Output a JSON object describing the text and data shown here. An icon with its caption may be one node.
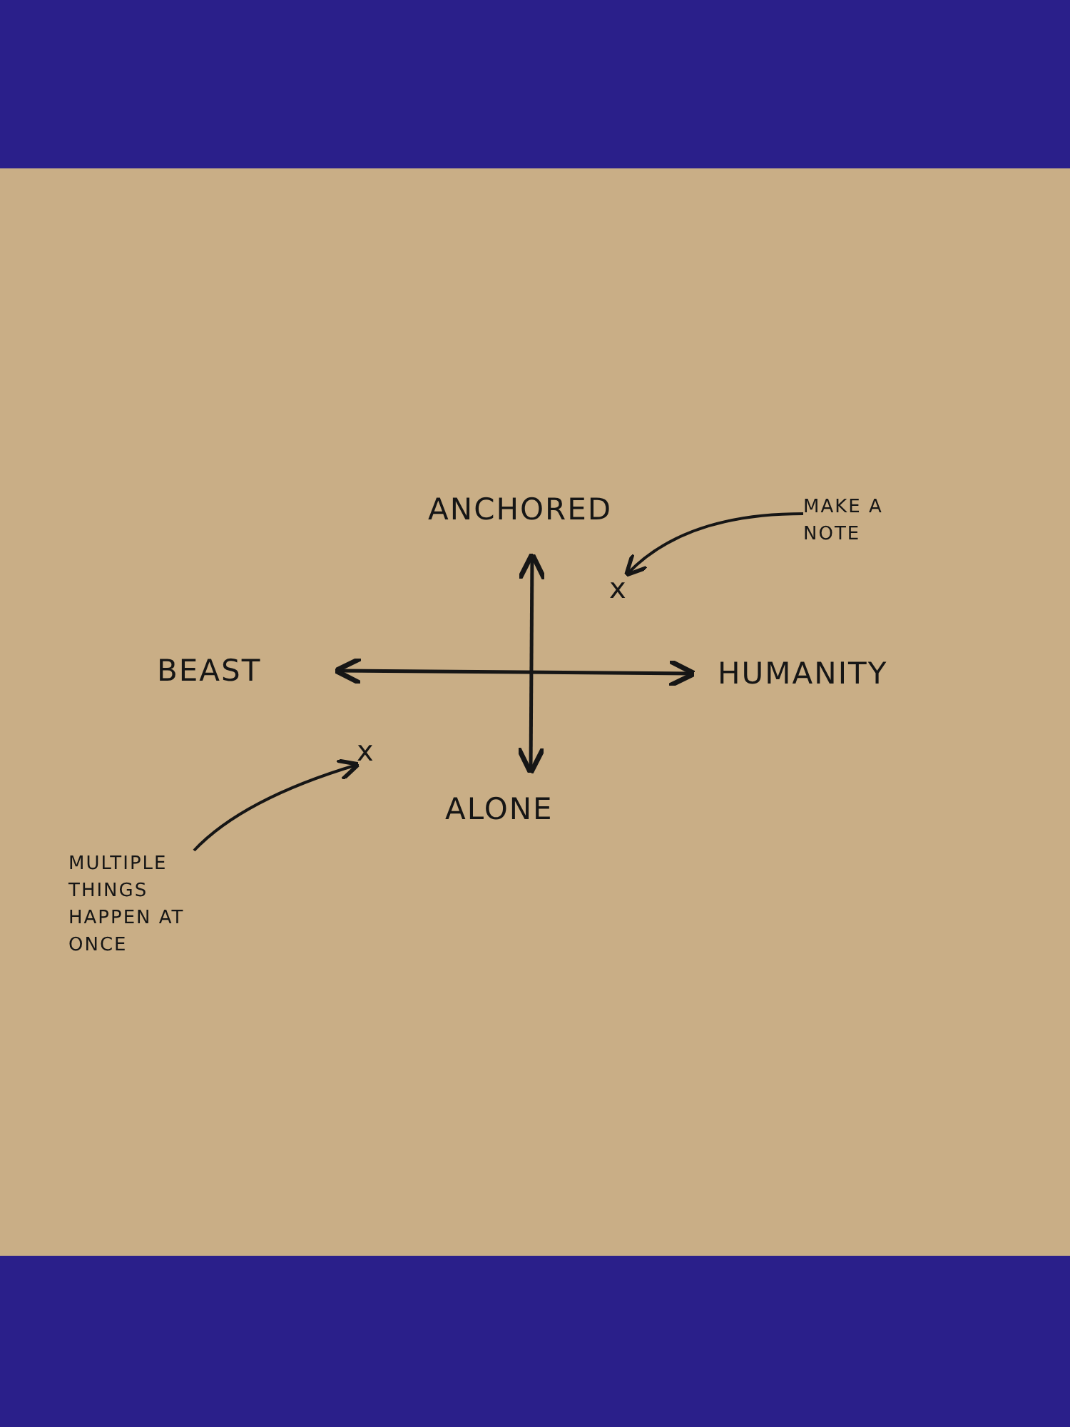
{
  "diagram": {
    "nodes": [
      {
        "text": [
          "MAKE A NOTE"
        ]
      },
      {
        "text": [
          "x"
        ]
      },
      {
        "text": [
          "x"
        ]
      },
      {
        "text": [
          "MULTIPLE THINGS HAPPEN AT ONCE"
        ]
      }
    ],
    "edges": [
      {
        "from": 0,
        "to": 1,
        "arrow": "to"
      },
      {
        "from": 3,
        "to": 2,
        "arrow": "to"
      }
    ],
    "labels": [
      "ANCHORED",
      "BEAST",
      "HUMANITY",
      "ALONE"
    ]
  }
}
